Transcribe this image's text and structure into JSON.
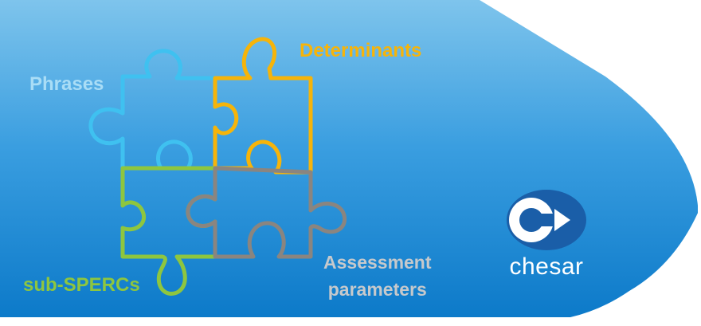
{
  "labels": {
    "phrases": "Phrases",
    "determinants": "Determinants",
    "sub_spercs": "sub-SPERCs",
    "assessment_line1": "Assessment",
    "assessment_line2": "parameters"
  },
  "logo": {
    "wordmark": "chesar",
    "icon": "chesar-logo-icon"
  },
  "colors": {
    "background_top": "#7ec4ec",
    "background_bottom": "#0a78c8",
    "phrases": "#3fc1f0",
    "determinants": "#f6b40a",
    "sub_spercs": "#8ec63f",
    "assessment": "#8a8580"
  }
}
